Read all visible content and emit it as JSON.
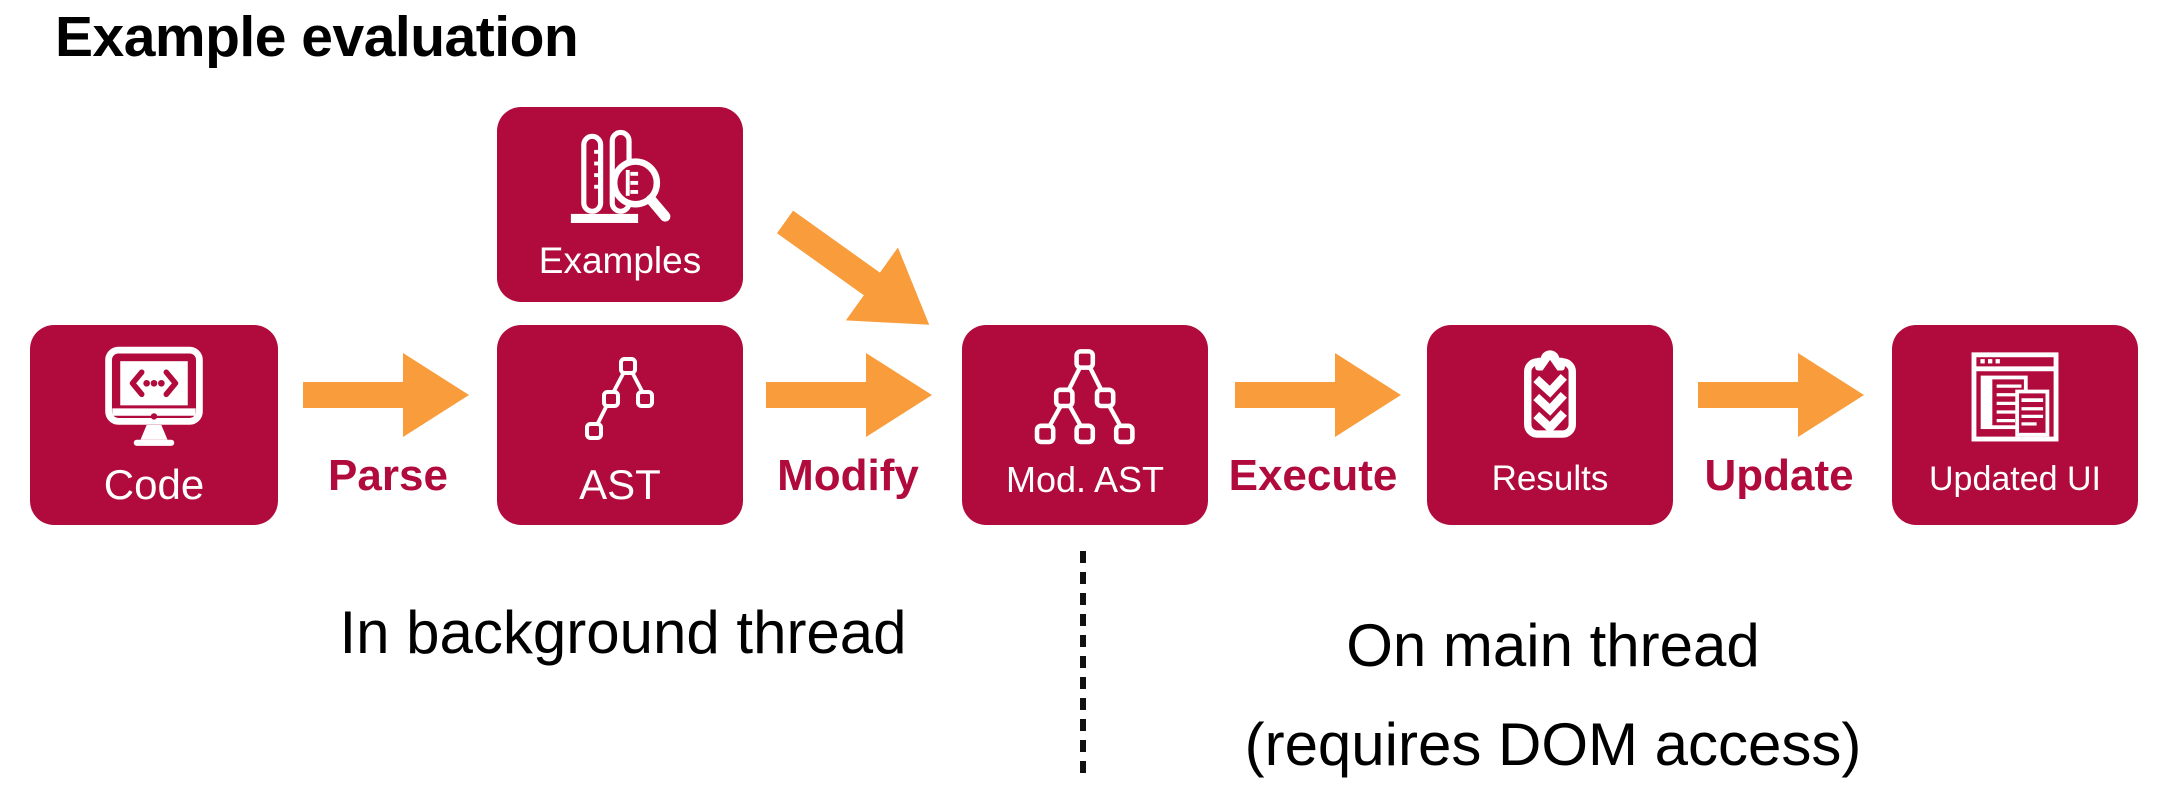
{
  "title": "Example evaluation",
  "colors": {
    "node_fill": "#B00B3C",
    "arrow_orange": "#F99C3B",
    "annotation_text": "#000000",
    "node_text": "#FFFFFF"
  },
  "nodes": [
    {
      "label": "Code",
      "icon": "monitor-code-icon"
    },
    {
      "label": "Examples",
      "icon": "test-tubes-magnifier-icon"
    },
    {
      "label": "AST",
      "icon": "ast-tree-icon"
    },
    {
      "label": "Mod. AST",
      "icon": "modified-ast-tree-icon"
    },
    {
      "label": "Results",
      "icon": "clipboard-checklist-icon"
    },
    {
      "label": "Updated UI",
      "icon": "browser-window-icon"
    }
  ],
  "edge_labels": {
    "parse": "Parse",
    "modify": "Modify",
    "execute": "Execute",
    "update": "Update"
  },
  "annotations": {
    "background_thread": "In background thread",
    "main_thread_line1": "On main thread",
    "main_thread_line2": "(requires DOM access)"
  }
}
